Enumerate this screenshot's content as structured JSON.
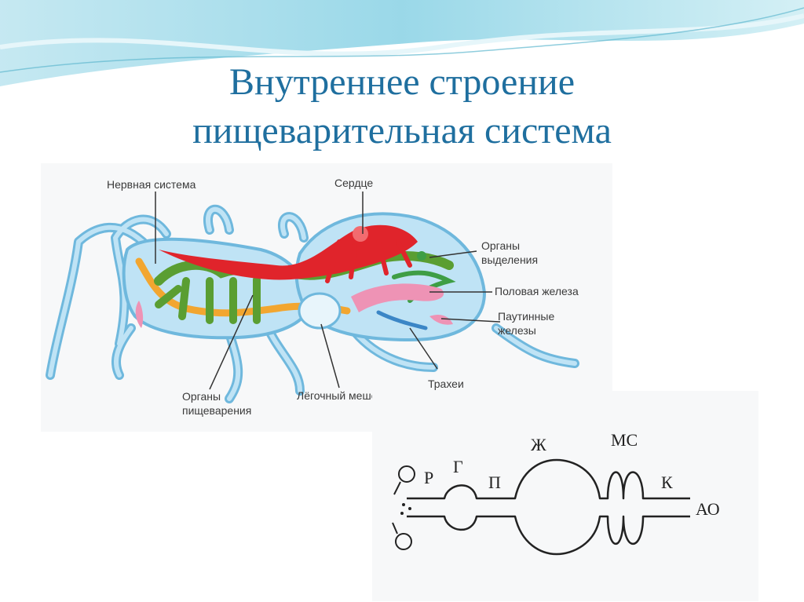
{
  "slide": {
    "title_line1": "Внутреннее строение",
    "title_line2": "пищеварительная система"
  },
  "anatomy": {
    "labels": {
      "nervous_system": "Нервная система",
      "heart": "Сердце",
      "excretory_line1": "Органы",
      "excretory_line2": "выделения",
      "gonad": "Половая железа",
      "silk_line1": "Паутинные",
      "silk_line2": "железы",
      "tracheae": "Трахеи",
      "lung": "Лёгочный мешок",
      "digestive_line1": "Органы",
      "digestive_line2": "пищеварения"
    },
    "colors": {
      "body_fill": "#bfe3f5",
      "body_outline": "#6fb8dd",
      "nervous": "#f2a630",
      "digestive": "#5a9e32",
      "heart": "#e0242b",
      "gonad": "#ee93b5",
      "excretory": "#3e9e45"
    }
  },
  "scheme": {
    "labels": {
      "r": "Р",
      "g": "Г",
      "p": "П",
      "zh": "Ж",
      "ms": "МС",
      "k": "К",
      "ao": "АО"
    }
  }
}
